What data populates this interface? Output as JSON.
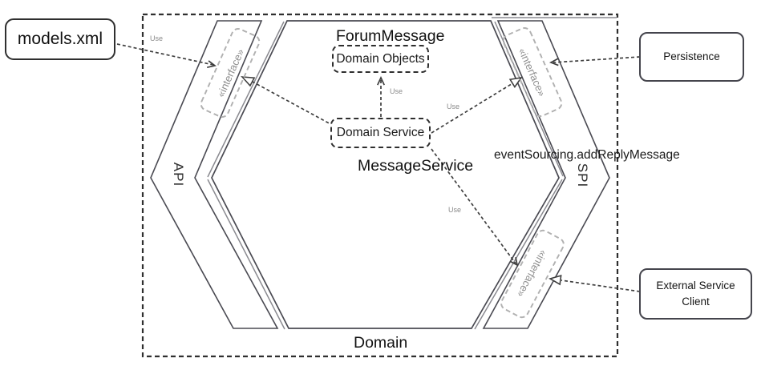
{
  "diagram": {
    "type": "hexagonal-architecture-uml",
    "boundary": {
      "label": "Domain"
    },
    "nodes": {
      "models_xml": {
        "label": "models.xml"
      },
      "persistence": {
        "label": "Persistence"
      },
      "external_service_client": {
        "label": "External Service Client"
      },
      "domain_objects": {
        "label": "Domain Objects"
      },
      "domain_service": {
        "label": "Domain Service"
      }
    },
    "labels": {
      "forum_message": "ForumMessage",
      "message_service": "MessageService",
      "event_sourcing": "eventSourcing.addReplyMessage",
      "api": "API",
      "spi": "SPI",
      "interface_stereotype": "«interface»",
      "use": "Use"
    },
    "edges": [
      {
        "from": "models.xml",
        "to": "API «interface»",
        "label": "Use",
        "style": "dashed-open-arrow"
      },
      {
        "from": "Domain Service",
        "to": "API «interface»",
        "style": "dashed-hollow-triangle"
      },
      {
        "from": "Domain Service",
        "to": "Domain Objects",
        "label": "Use",
        "style": "dashed-open-arrow"
      },
      {
        "from": "Domain Service",
        "to": "SPI «interface» (top)",
        "label": "Use",
        "style": "dashed-hollow-triangle"
      },
      {
        "from": "Domain Service",
        "to": "SPI «interface» (bottom)",
        "label": "Use",
        "style": "dashed-open-arrow"
      },
      {
        "from": "Persistence",
        "to": "SPI «interface» (top)",
        "style": "dashed-open-arrow"
      },
      {
        "from": "External Service Client",
        "to": "SPI «interface» (bottom)",
        "style": "dashed-hollow-triangle"
      }
    ],
    "colors": {
      "background": "#ffffff",
      "shape_line": "#4a4a52",
      "double_line": "#8a8a90",
      "connector_line": "#3f3f3f",
      "boundary_line": "#2f2f2f",
      "text": "#151515",
      "muted_text": "#8f8f8f"
    }
  }
}
